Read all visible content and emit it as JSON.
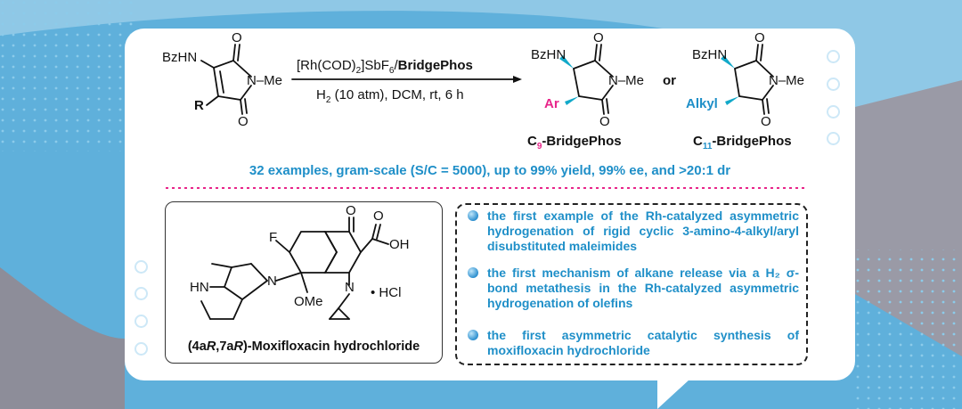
{
  "reaction": {
    "substrate": {
      "nh_group": "BzHN",
      "r_group": "R",
      "o_top": "O",
      "o_bottom": "O",
      "n_methyl": "N–Me"
    },
    "conditions": {
      "catalyst_part1": "[Rh(COD)",
      "catalyst_sub1": "2",
      "catalyst_part2": "]SbF",
      "catalyst_sub2": "6",
      "catalyst_part3": "/",
      "ligand": "BridgePhos",
      "line2_pre": "H",
      "line2_sub": "2",
      "line2_post": " (10 atm), DCM, rt, 6 h"
    },
    "product_aryl": {
      "nh_group": "BzHN",
      "group": "Ar",
      "n_methyl": "N–Me",
      "o_top": "O",
      "o_bottom": "O",
      "ligand_pre": "C",
      "ligand_sub": "9",
      "ligand_post": "-BridgePhos"
    },
    "connector": "or",
    "product_alkyl": {
      "nh_group": "BzHN",
      "group": "Alkyl",
      "n_methyl": "N–Me",
      "o_top": "O",
      "o_bottom": "O",
      "ligand_pre": "C",
      "ligand_sub": "11",
      "ligand_post": "-BridgePhos"
    }
  },
  "summary": "32 examples, gram-scale (S/C = 5000), up to 99% yield, 99% ee, and >20:1 dr",
  "drug": {
    "atoms": {
      "f": "F",
      "o1": "O",
      "o2": "O",
      "oh": "OH",
      "n_ring": "N",
      "n_pyrr": "N",
      "hn": "HN",
      "ome": "OMe",
      "hcl": "• HCl"
    },
    "name_pre": "(4a",
    "name_r1": "R",
    "name_mid": ",7a",
    "name_r2": "R",
    "name_post": ")-Moxifloxacin hydrochloride"
  },
  "highlights": [
    "the first example of the Rh-catalyzed asymmetric hydrogenation of rigid cyclic 3-amino-4-alkyl/aryl disubstituted maleimides",
    "the first mechanism of alkane release via a H₂ σ-bond metathesis in the Rh-catalyzed asymmetric hydrogenation of olefins",
    "the first asymmetric catalytic synthesis of moxifloxacin hydrochloride"
  ],
  "colors": {
    "accent_blue": "#1f8fc8",
    "magenta": "#e8258a",
    "bond_cyan": "#12a9c9",
    "background": "#5fb0db"
  }
}
